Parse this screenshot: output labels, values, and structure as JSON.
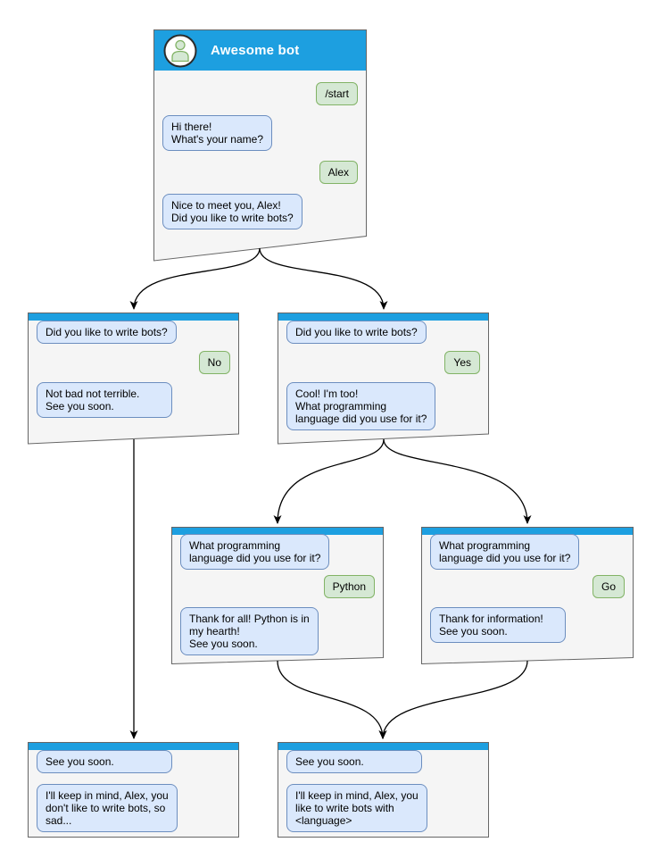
{
  "diagram": {
    "type": "chatbot-conversation-flow",
    "colors": {
      "header_blue": "#1d9fe0",
      "window_bg": "#f5f5f5",
      "window_border": "#666666",
      "bot_bubble_bg": "#dae8fc",
      "bot_bubble_border": "#6c8ebf",
      "user_bubble_bg": "#d5e8d4",
      "user_bubble_border": "#82b366",
      "arrow": "#000000"
    },
    "windows": {
      "main": {
        "title": "Awesome bot",
        "avatar_icon": "person-icon",
        "messages": [
          {
            "from": "user",
            "text": "/start"
          },
          {
            "from": "bot",
            "text": "Hi there!\nWhat's your name?"
          },
          {
            "from": "user",
            "text": "Alex"
          },
          {
            "from": "bot",
            "text": "Nice to meet you, Alex!\nDid you like to write bots?"
          }
        ]
      },
      "branch_no": {
        "messages": [
          {
            "from": "bot",
            "text": "Did you like to write bots?"
          },
          {
            "from": "user",
            "text": "No"
          },
          {
            "from": "bot",
            "text": "Not bad not terrible.\nSee you soon."
          }
        ]
      },
      "branch_yes": {
        "messages": [
          {
            "from": "bot",
            "text": "Did you like to write bots?"
          },
          {
            "from": "user",
            "text": "Yes"
          },
          {
            "from": "bot",
            "text": "Cool! I'm too!\nWhat programming\nlanguage did you use for it?"
          }
        ]
      },
      "lang_python": {
        "messages": [
          {
            "from": "bot",
            "text": "What programming\nlanguage did you use for it?"
          },
          {
            "from": "user",
            "text": "Python"
          },
          {
            "from": "bot",
            "text": "Thank for all! Python is in\nmy hearth!\nSee you soon."
          }
        ]
      },
      "lang_go": {
        "messages": [
          {
            "from": "bot",
            "text": "What programming\nlanguage did you use for it?"
          },
          {
            "from": "user",
            "text": "Go"
          },
          {
            "from": "bot",
            "text": "Thank for information!\nSee you soon."
          }
        ]
      },
      "final_no": {
        "messages": [
          {
            "from": "bot",
            "text": "See you soon."
          },
          {
            "from": "bot",
            "text": "I'll keep in mind, Alex, you\ndon't like to write bots, so\nsad..."
          }
        ]
      },
      "final_lang": {
        "messages": [
          {
            "from": "bot",
            "text": "See you soon."
          },
          {
            "from": "bot",
            "text": "I'll keep in mind, Alex, you\nlike to write bots with\n<language>"
          }
        ]
      }
    },
    "connections": [
      {
        "from": "main",
        "to": "branch_no"
      },
      {
        "from": "main",
        "to": "branch_yes"
      },
      {
        "from": "branch_yes",
        "to": "lang_python"
      },
      {
        "from": "branch_yes",
        "to": "lang_go"
      },
      {
        "from": "branch_no",
        "to": "final_no"
      },
      {
        "from": "lang_python",
        "to": "final_lang"
      },
      {
        "from": "lang_go",
        "to": "final_lang"
      }
    ]
  }
}
